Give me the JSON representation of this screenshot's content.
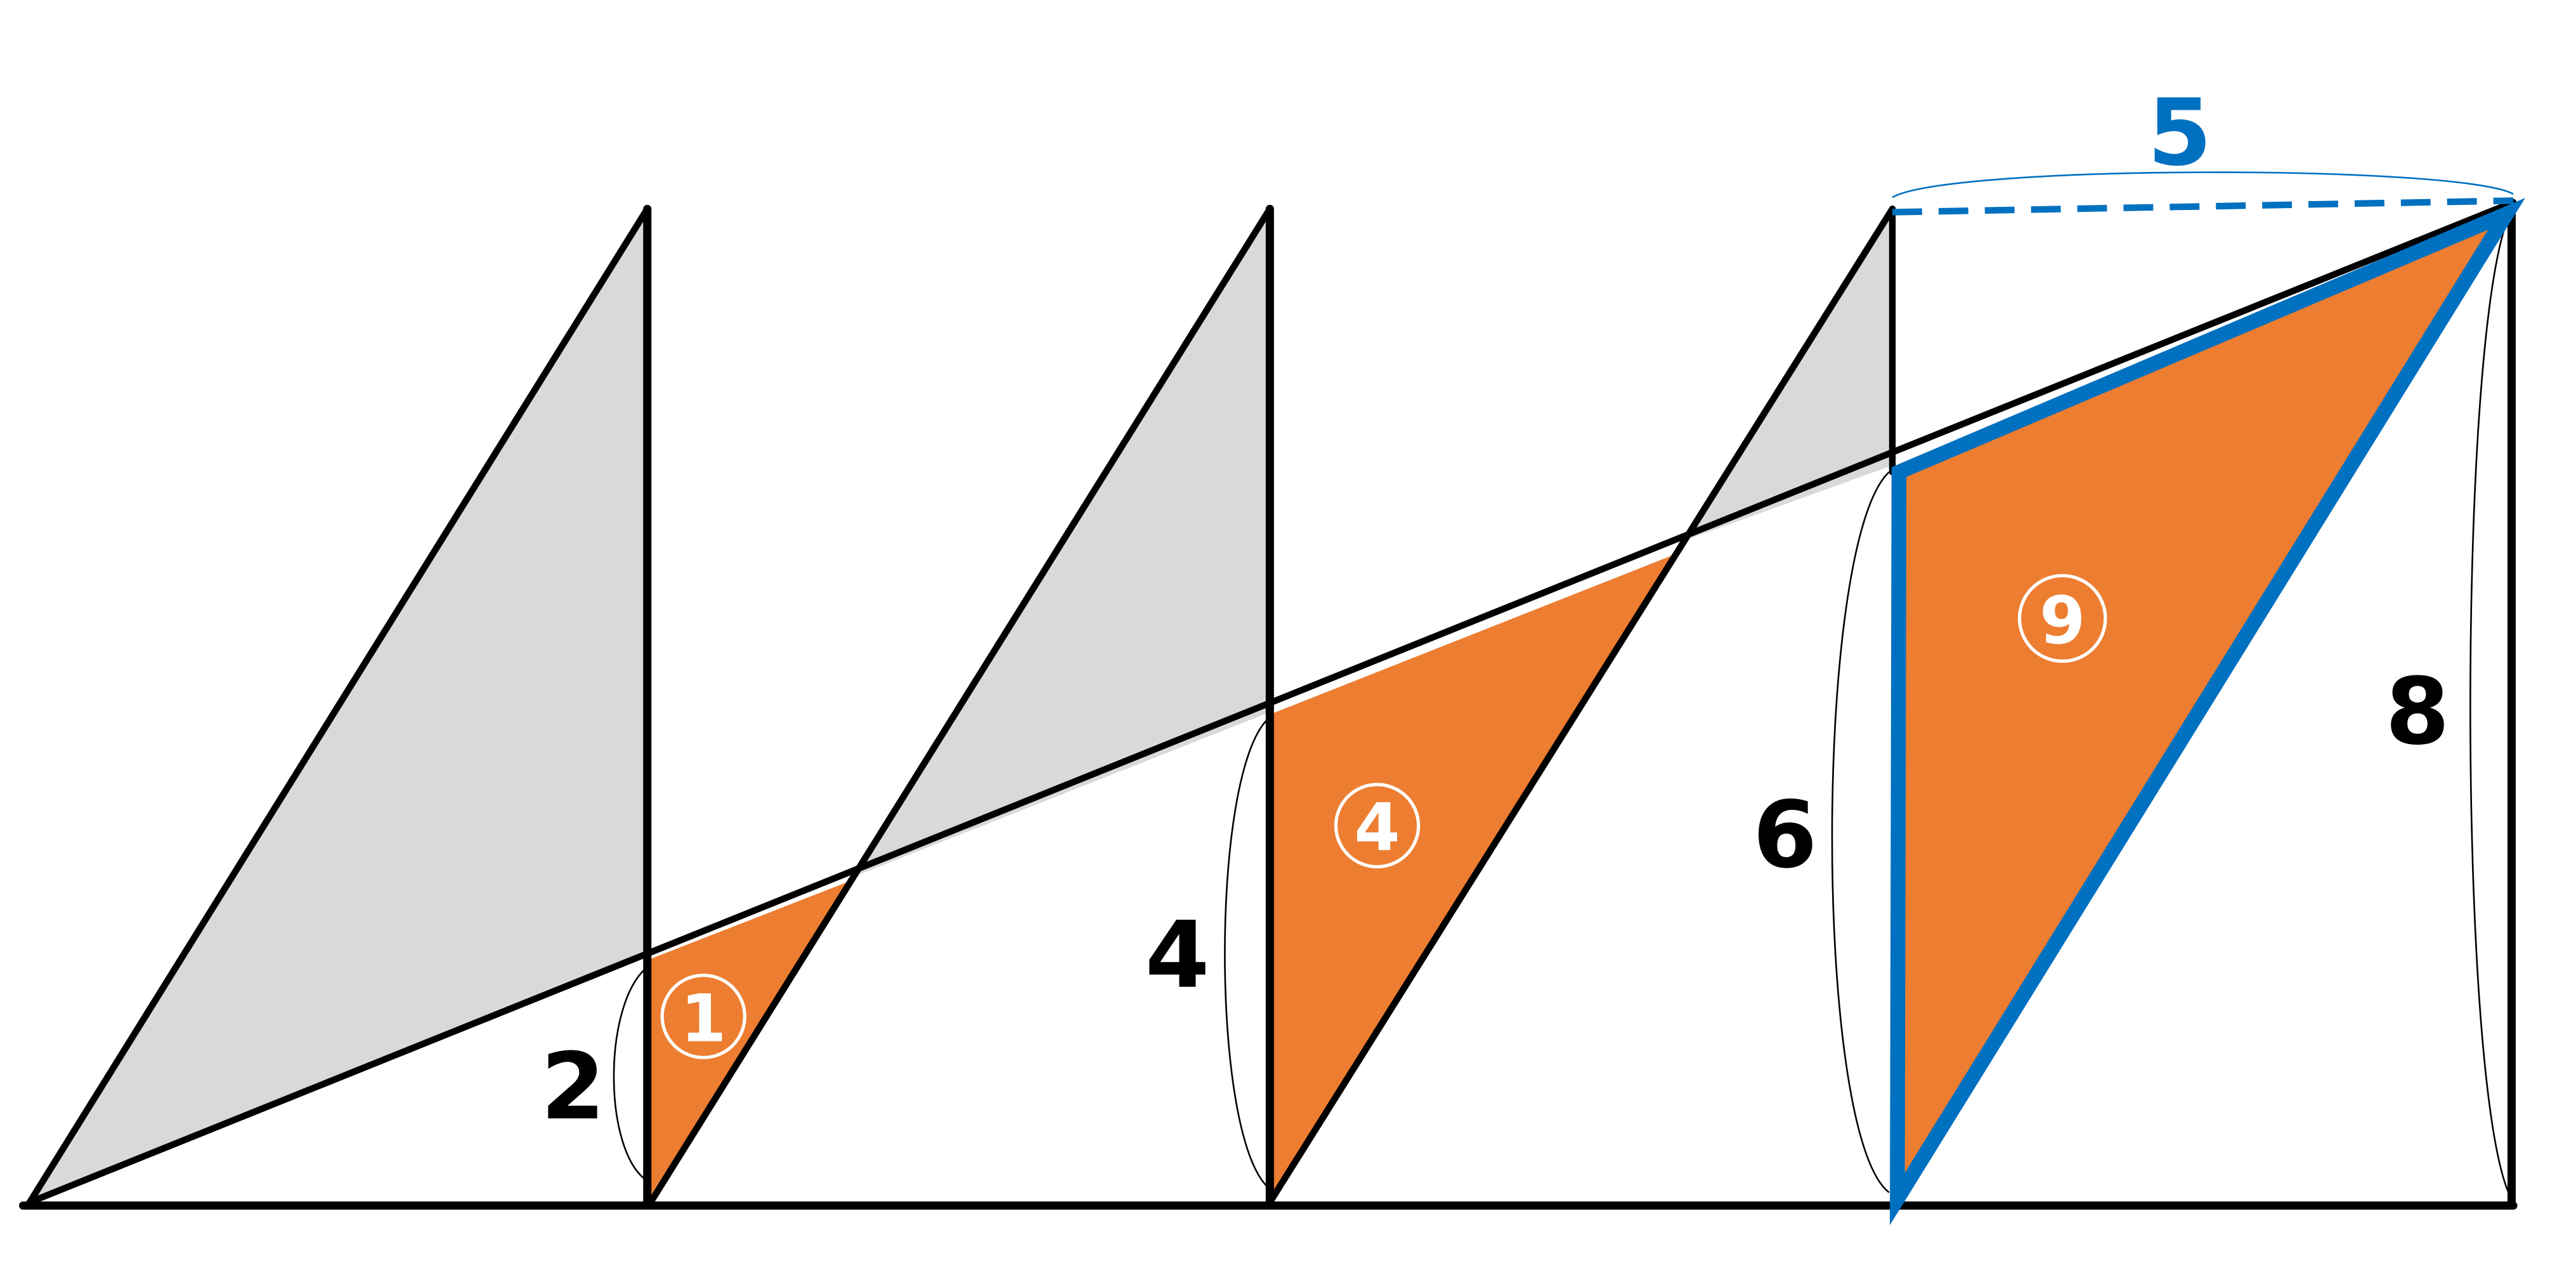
{
  "colors": {
    "background": "#ffffff",
    "line": "#000000",
    "gray_fill": "#d9d9d9",
    "orange_fill": "#ed7d31",
    "blue_accent": "#0070c0",
    "circle_text": "#ffffff"
  },
  "labels": {
    "height_2": "2",
    "height_4": "4",
    "height_6": "6",
    "height_8": "8",
    "top_width_5": "5",
    "area_1": "1",
    "area_4": "4",
    "area_9": "9"
  }
}
